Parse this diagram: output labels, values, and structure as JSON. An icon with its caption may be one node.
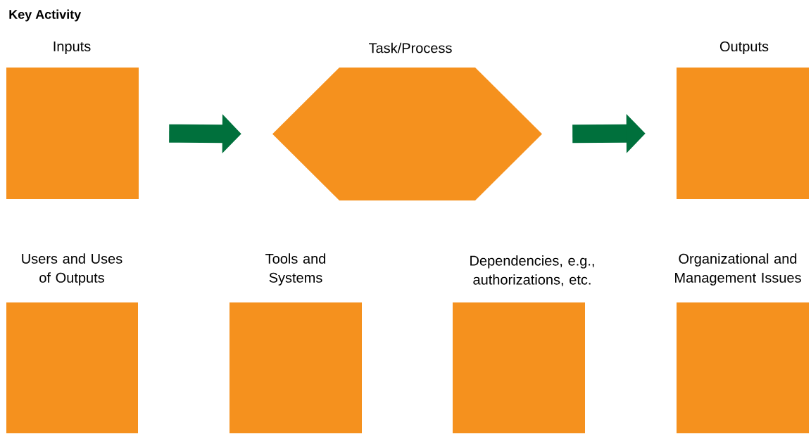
{
  "diagram": {
    "title": "Key Activity",
    "nodes": [
      {
        "text": [
          "Inputs"
        ]
      },
      {
        "text": [
          "Task/Process"
        ]
      },
      {
        "text": [
          "Outputs"
        ]
      },
      {
        "text": [
          "Users and Uses of Outputs"
        ]
      },
      {
        "text": [
          "Tools and Systems"
        ]
      },
      {
        "text": [
          "Dependencies, e.g., authorizations, etc."
        ]
      },
      {
        "text": [
          "Organizational and Management Issues"
        ]
      }
    ],
    "edges": [
      {
        "from": 0,
        "to": 1,
        "arrow": "to"
      },
      {
        "from": 1,
        "to": 2,
        "arrow": "to"
      }
    ]
  }
}
